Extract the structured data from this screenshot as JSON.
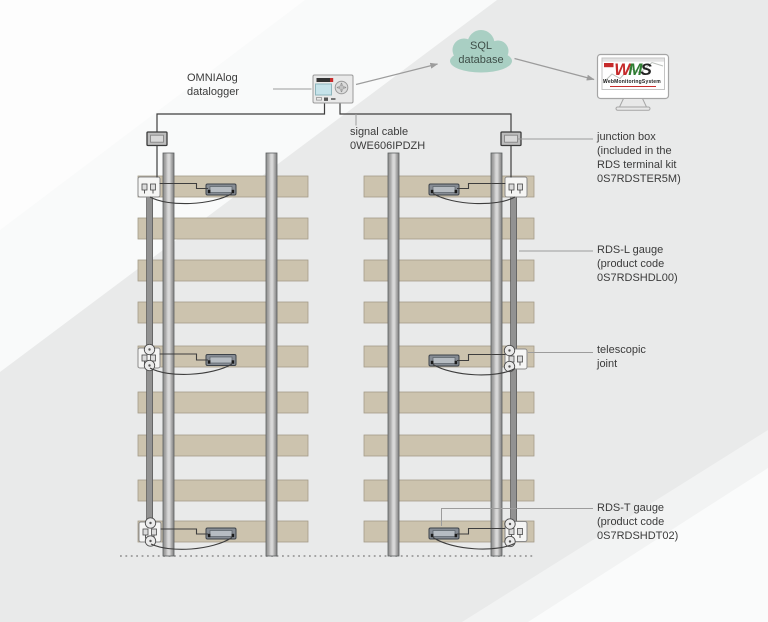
{
  "labels": {
    "omnialog": [
      "OMNIAlog",
      "datalogger"
    ],
    "cloud": [
      "SQL",
      "database"
    ],
    "signal_cable": [
      "signal cable",
      "0WE606IPDZH"
    ],
    "junction_box": [
      "junction box",
      "(included in the",
      "RDS terminal kit",
      "0S7RDSTER5M)"
    ],
    "rds_l_gauge": [
      "RDS-L gauge",
      "(product code",
      "0S7RDSHDL00)"
    ],
    "telescopic_joint": [
      "telescopic",
      "joint"
    ],
    "rds_t_gauge": [
      "RDS-T gauge",
      "(product code",
      "0S7RDSHDT02)"
    ]
  },
  "monitor": {
    "logo_w": "W",
    "logo_m": "M",
    "logo_s": "S",
    "subtitle": "WebMonitoringSystem"
  },
  "colors": {
    "cloud_fill": "#a9cfc3",
    "sleeper": "#ccc3ae",
    "rail_mid": "#d6d6d6",
    "logo_red": "#c62b2b",
    "logo_green": "#2f7d32",
    "datalogger_screen": "#c6e3ea",
    "cable_dark": "#3e3e3e",
    "leader_gray": "#9c9c9c"
  }
}
